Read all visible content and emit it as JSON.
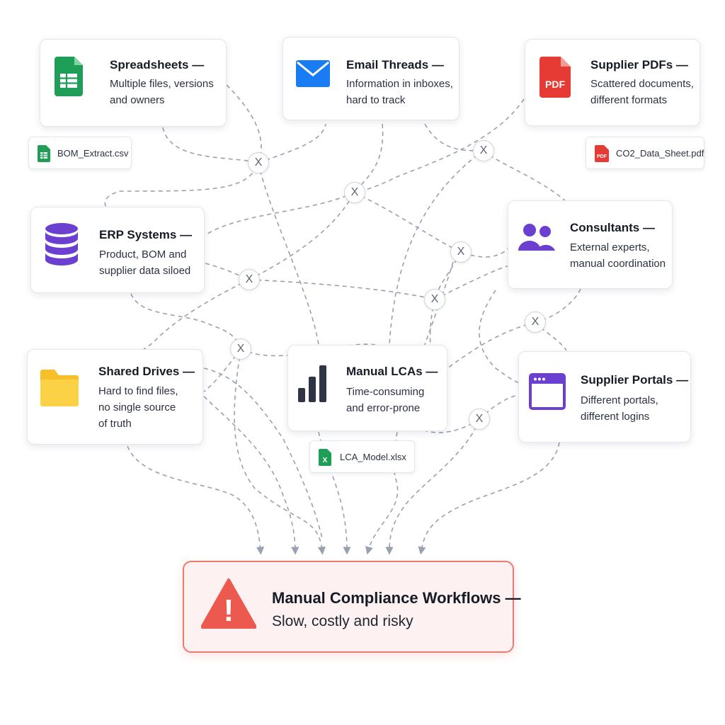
{
  "nodes": {
    "spreadsheets": {
      "title": "Spreadsheets —",
      "desc": "Multiple files, versions\nand owners",
      "icon": "spreadsheet-icon",
      "color": "#1e9e57"
    },
    "email": {
      "title": "Email Threads —",
      "desc": "Information in inboxes,\nhard to track",
      "icon": "envelope-icon",
      "color": "#1a7cf2"
    },
    "pdfs": {
      "title": "Supplier PDFs —",
      "desc": "Scattered documents,\ndifferent formats",
      "icon": "pdf-file-icon",
      "icon_text": "PDF",
      "color": "#e63a34"
    },
    "erp": {
      "title": "ERP Systems —",
      "desc": "Product, BOM and\nsupplier data siloed",
      "icon": "database-icon",
      "color": "#6b3fd0"
    },
    "consultants": {
      "title": "Consultants —",
      "desc": "External experts,\nmanual coordination",
      "icon": "people-icon",
      "color": "#6b3fd0"
    },
    "drives": {
      "title": "Shared Drives —",
      "desc": "Hard to find files,\nno single source\nof truth",
      "icon": "folder-icon",
      "color": "#f7c02a"
    },
    "lcas": {
      "title": "Manual LCAs —",
      "desc": "Time-consuming\nand error-prone",
      "icon": "bar-chart-icon",
      "color": "#2f3545"
    },
    "portals": {
      "title": "Supplier Portals —",
      "desc": "Different portals,\ndifferent logins",
      "icon": "browser-window-icon",
      "color": "#6b3fd0"
    }
  },
  "files": {
    "bom": {
      "label": "BOM_Extract.csv",
      "icon": "spreadsheet-file-icon"
    },
    "co2": {
      "label": "CO2_Data_Sheet.pdf",
      "icon": "pdf-file-icon",
      "icon_text": "PDF"
    },
    "lca": {
      "label": "LCA_Model.xlsx",
      "icon": "excel-file-icon",
      "icon_text": "X"
    }
  },
  "crossing_mark": "X",
  "outcome": {
    "title": "Manual Compliance Workflows —",
    "desc": "Slow, costly and risky",
    "icon": "warning-triangle-icon",
    "icon_text": "!",
    "color": "#ec5a4f"
  },
  "colors": {
    "connector": "#9aa0b0",
    "card_border": "#e3e6ec",
    "alert_border": "#ec7a70",
    "alert_fill": "#fdf2f1"
  }
}
